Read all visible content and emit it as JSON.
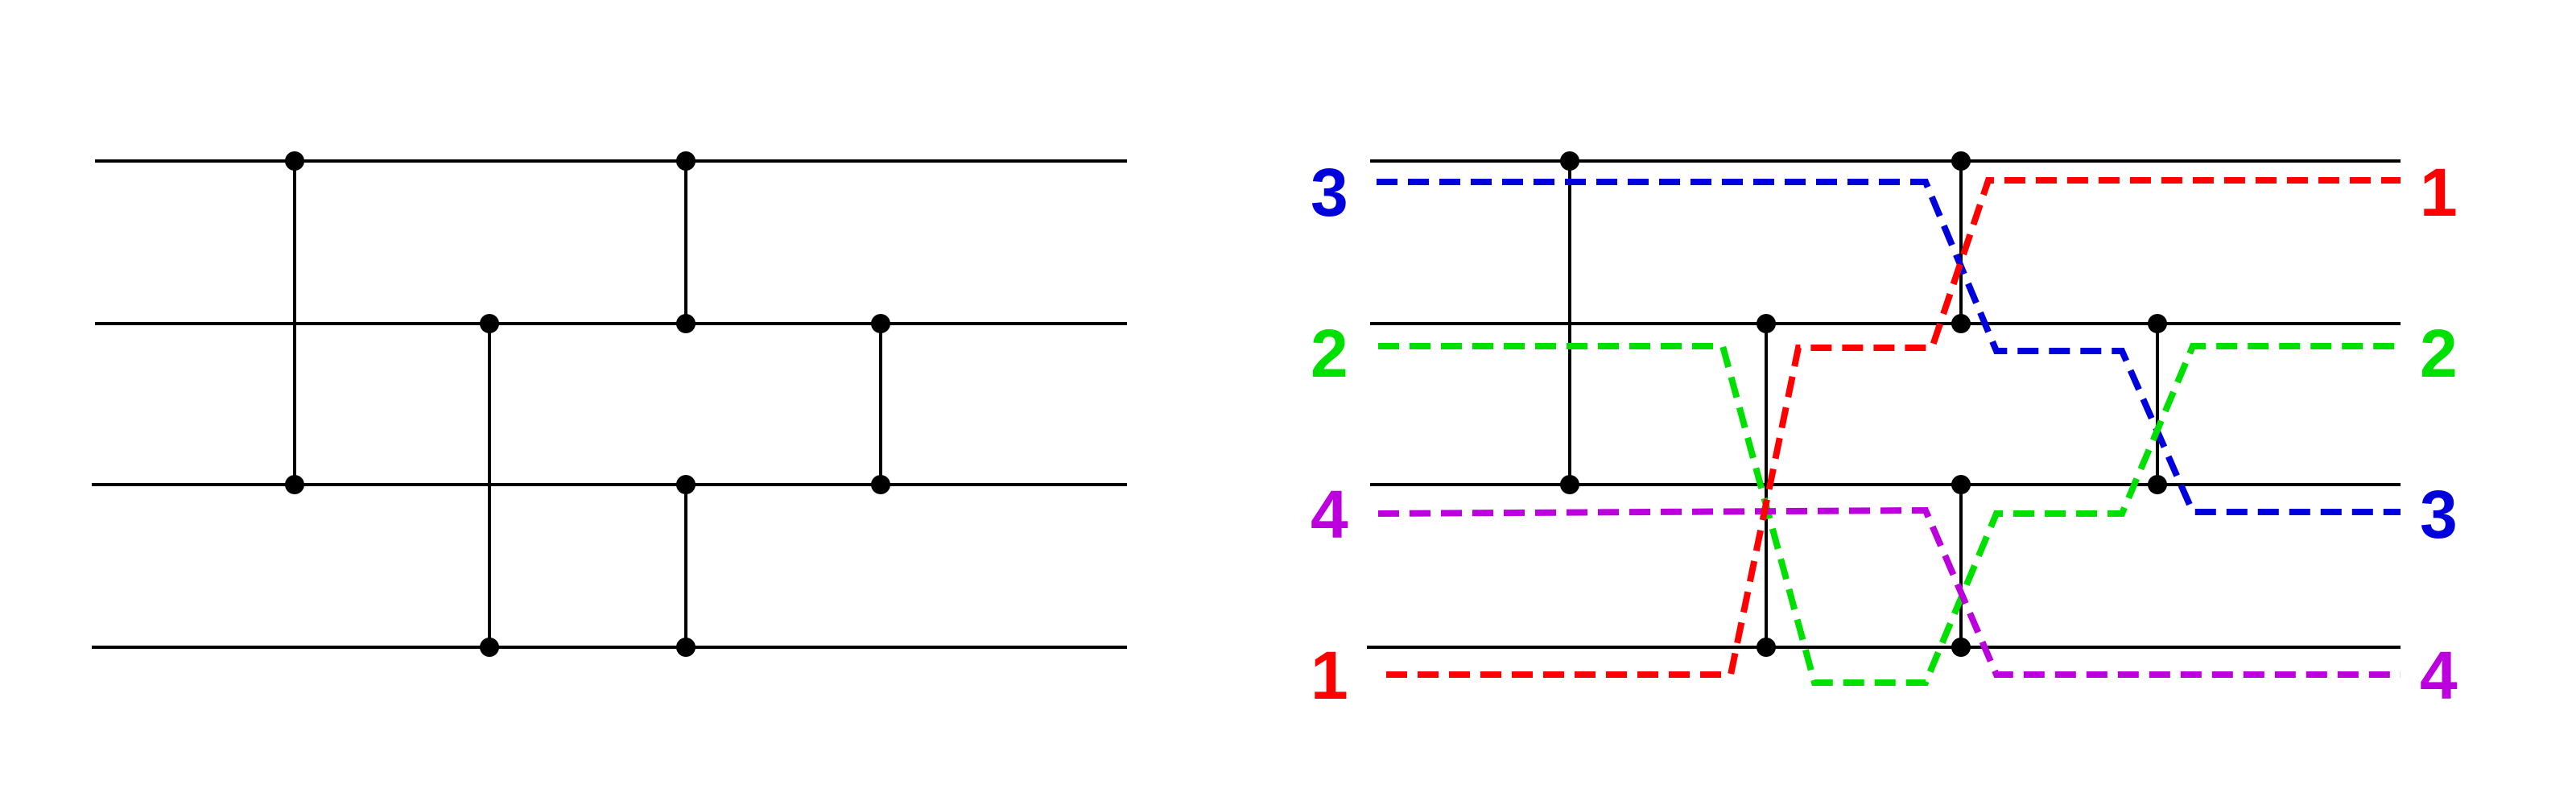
{
  "left_network": {
    "wire_count": 4,
    "comparators": [
      [
        1,
        3
      ],
      [
        2,
        4
      ],
      [
        1,
        2
      ],
      [
        3,
        4
      ],
      [
        2,
        3
      ]
    ]
  },
  "right_network": {
    "wire_count": 4,
    "comparators": [
      [
        1,
        3
      ],
      [
        2,
        4
      ],
      [
        1,
        2
      ],
      [
        3,
        4
      ],
      [
        2,
        3
      ]
    ],
    "input_labels": [
      "3",
      "2",
      "4",
      "1"
    ],
    "output_labels": [
      "1",
      "2",
      "3",
      "4"
    ],
    "value_colors": {
      "1": "#ff0000",
      "2": "#00e000",
      "3": "#0000dd",
      "4": "#bb00dd"
    },
    "trace_styles": {
      "1": "dashed",
      "2": "dotted",
      "3": "dotted",
      "4": "dotted"
    }
  }
}
